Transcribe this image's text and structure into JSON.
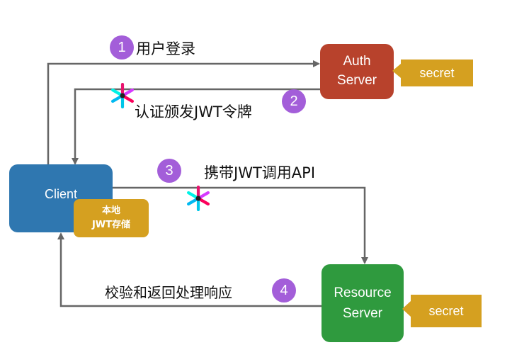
{
  "nodes": {
    "auth_server": "Auth\nServer",
    "client": "Client",
    "resource_server": "Resource\nServer",
    "local_storage": "本地\nJWT存储",
    "auth_secret": "secret",
    "resource_secret": "secret"
  },
  "steps": [
    {
      "number": "1",
      "label": "用户登录"
    },
    {
      "number": "2",
      "label": "认证颁发JWT令牌"
    },
    {
      "number": "3",
      "label": "携带JWT调用API"
    },
    {
      "number": "4",
      "label": "校验和返回处理响应"
    }
  ],
  "colors": {
    "auth_server": "#b8422c",
    "client": "#2f77b0",
    "resource_server": "#2f9a3e",
    "storage": "#d5a020",
    "step_badge": "#a35ed9",
    "arrow": "#666666"
  },
  "icons": [
    "jwt-logo-icon"
  ]
}
